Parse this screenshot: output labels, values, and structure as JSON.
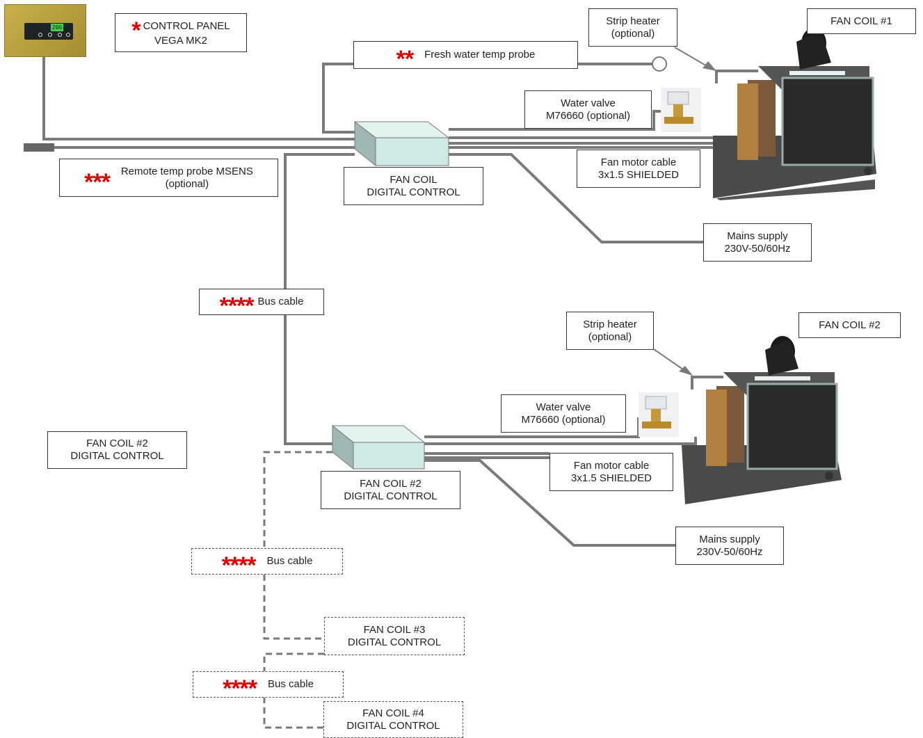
{
  "labels": {
    "control_panel": {
      "line1": "CONTROL PANEL",
      "line2": "VEGA MK2",
      "stars": "*"
    },
    "fresh_water": {
      "text": "Fresh water temp probe",
      "stars": "**"
    },
    "remote_probe": {
      "line1": "Remote temp probe MSENS",
      "line2": "(optional)",
      "stars": "***"
    },
    "strip_heater_1": {
      "line1": "Strip heater",
      "line2": "(optional)"
    },
    "fan_coil_1": "FAN COIL #1",
    "water_valve_1": {
      "line1": "Water valve",
      "line2": "M76660 (optional)"
    },
    "fan_motor_1": {
      "line1": "Fan motor cable",
      "line2": "3x1.5 SHIELDED"
    },
    "dc_1": {
      "line1": "FAN COIL",
      "line2": "DIGITAL CONTROL"
    },
    "mains_1": {
      "line1": "Mains supply",
      "line2": "230V-50/60Hz"
    },
    "bus_1": {
      "text": "Bus cable",
      "stars": "****"
    },
    "strip_heater_2": {
      "line1": "Strip heater",
      "line2": "(optional)"
    },
    "fan_coil_2": "FAN COIL #2",
    "water_valve_2": {
      "line1": "Water valve",
      "line2": "M76660 (optional)"
    },
    "fan_motor_2": {
      "line1": "Fan motor cable",
      "line2": "3x1.5 SHIELDED"
    },
    "dc_2_left": {
      "line1": "FAN COIL  #2",
      "line2": "DIGITAL CONTROL"
    },
    "dc_2": {
      "line1": "FAN COIL  #2",
      "line2": "DIGITAL CONTROL"
    },
    "mains_2": {
      "line1": "Mains supply",
      "line2": "230V-50/60Hz"
    },
    "bus_2": {
      "text": "Bus cable",
      "stars": "****"
    },
    "dc_3": {
      "line1": "FAN COIL  #3",
      "line2": "DIGITAL CONTROL"
    },
    "bus_3": {
      "text": "Bus cable",
      "stars": "****"
    },
    "dc_4": {
      "line1": "FAN COIL  #4",
      "line2": "DIGITAL CONTROL"
    }
  },
  "panel_display": "206",
  "colors": {
    "wire": "#7a7a7a",
    "box_border": "#333333",
    "control_box_fill": "#cfe9e4",
    "star_red": "#e00000",
    "panel_gold": "#b89f3c",
    "unit_dark": "#3a3a3a"
  }
}
